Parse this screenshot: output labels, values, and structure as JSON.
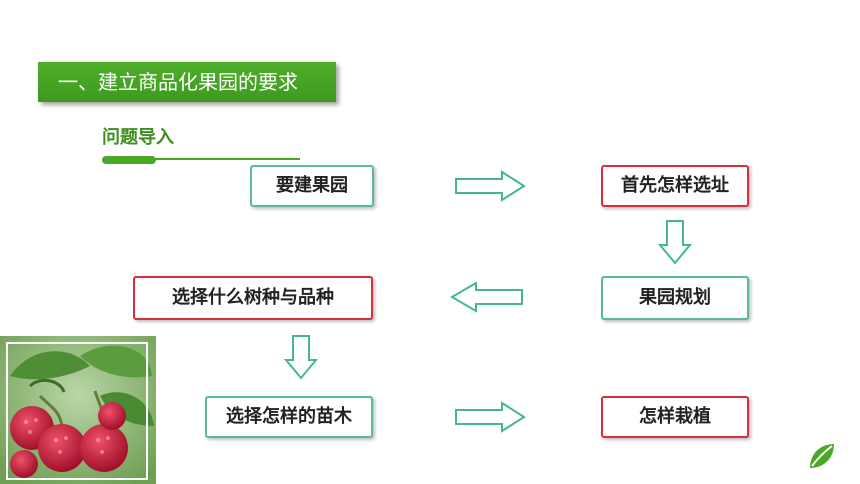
{
  "header": {
    "title": "一、建立商品化果园的要求"
  },
  "subheading": "问题导入",
  "boxes": {
    "build_orchard": "要建果园",
    "site_selection": "首先怎样选址",
    "orchard_planning": "果园规划",
    "choose_varieties": "选择什么树种与品种",
    "choose_seedlings": "选择怎样的苗木",
    "how_to_plant": "怎样栽植"
  },
  "colors": {
    "header_green": "#4aa825",
    "teal_border": "#58b8a0",
    "red_border": "#d8303a",
    "arrow_stroke": "#45b59a"
  },
  "icons": {
    "photo": "raspberry-photo",
    "logo": "leaf-logo-icon"
  }
}
